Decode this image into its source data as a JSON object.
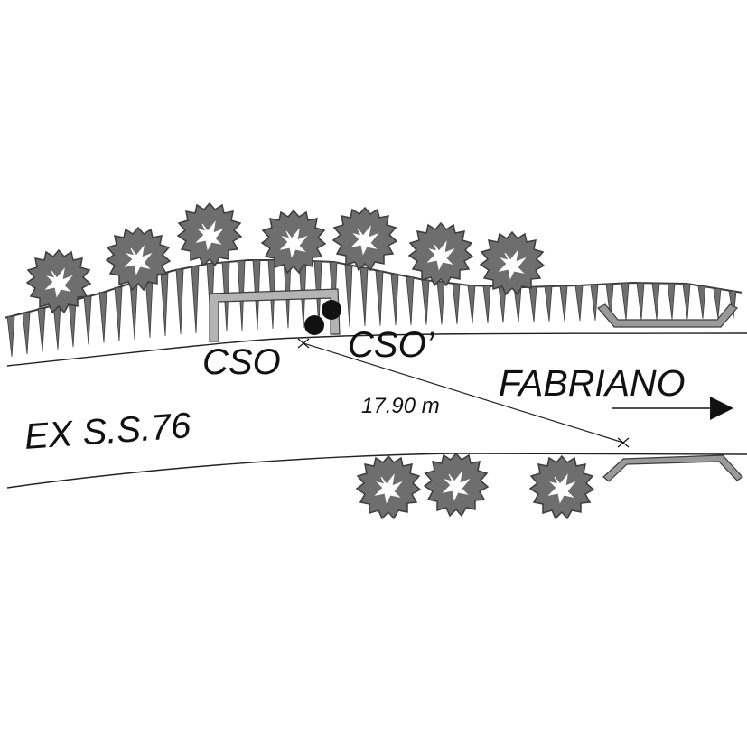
{
  "labels": {
    "cso": "CSO",
    "cso_prime": "CSO’",
    "distance": "17.90 m",
    "direction": "FABRIANO",
    "road": "EX S.S.76"
  },
  "colors": {
    "ink": "#111111",
    "line": "#222222",
    "vegetation": "#6e6e6e",
    "vegetation_dark": "#3c3c3c",
    "structure_fill": "#9a9a9a",
    "background": "#ffffff"
  },
  "icons": {
    "tree": "tree-icon",
    "arrow": "arrow-right-icon",
    "survey_point": "cross-marker-icon",
    "sensor": "sensor-dot-icon"
  }
}
